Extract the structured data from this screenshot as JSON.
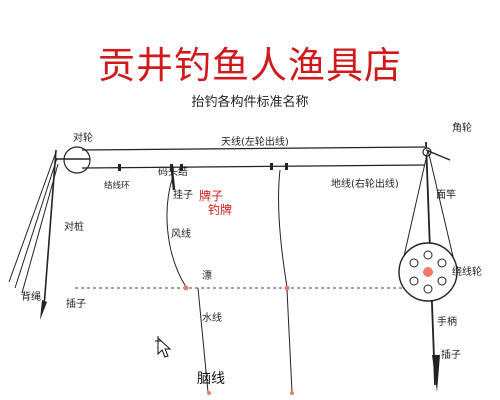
{
  "title": "贡井钓鱼人渔具店",
  "subtitle": "抬钓各构件标准名称",
  "labels": {
    "dui_lun": "对轮",
    "tian_xian": "天线(左轮出线)",
    "jiao_lun": "角轮",
    "ma_tou_jie": "码头结",
    "jie_xian_huan": "结线环",
    "gua_zi": "挂子",
    "pai_zi": "牌子",
    "diao_pai": "钓牌",
    "di_xian": "地线(右轮出线)",
    "mian_gan": "面竿",
    "dui_zhuang": "对桩",
    "feng_xian": "风线",
    "piao": "漂",
    "rao_xian_lun": "绕线轮",
    "bei_sheng": "背绳",
    "cha_zi_left": "插子",
    "shui_xian": "水线",
    "shou_bing": "手柄",
    "cha_zi_right": "插子",
    "nao_xian": "脑线"
  },
  "colors": {
    "accent_red": "#d0191c",
    "line": "#222222",
    "reel_marker": "#f07a6a"
  },
  "icons": [
    "mouse-cursor-icon"
  ]
}
